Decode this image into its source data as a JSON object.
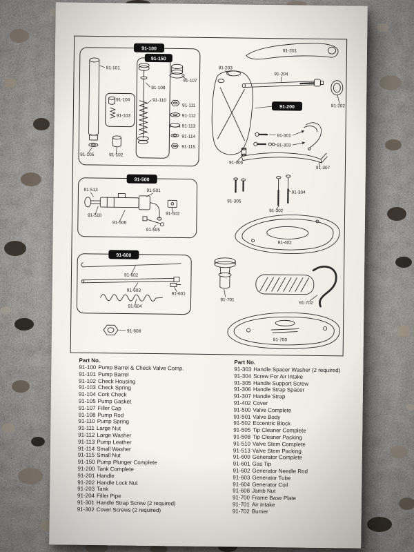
{
  "colors": {
    "paper": "#f4f2ec",
    "ink": "#1c1c1c",
    "label_background": "#111111",
    "label_text": "#ffffff"
  },
  "diagram": {
    "callouts": {
      "n100": "91-100",
      "n150": "91-150",
      "n200": "91-200",
      "n500": "91-500",
      "n600": "91-600",
      "n101": "91-101",
      "n102": "91-102",
      "n103": "91-103",
      "n104": "91-104",
      "n105": "91-105",
      "n107": "91-107",
      "n108": "91-108",
      "n110": "91-110",
      "n111": "91-111",
      "n112": "91-112",
      "n113": "91-113",
      "n114": "91-114",
      "n115": "91-115",
      "n201": "91-201",
      "n202": "91-202",
      "n203": "91-203",
      "n204": "91-204",
      "n301": "91-301",
      "n302": "91-302",
      "n303": "91-303",
      "n304": "91-304",
      "n305": "91-305",
      "n306": "91-306",
      "n307": "91-307",
      "n402": "91-402",
      "n501": "91-501",
      "n502": "91-502",
      "n505": "91-505",
      "n508": "91-508",
      "n510": "91-510",
      "n513": "91-513",
      "n601": "91-601",
      "n602": "91-602",
      "n603": "91-603",
      "n604": "91-604",
      "n608": "91-608",
      "n700": "91-700",
      "n701": "91-701",
      "n702": "91-702"
    }
  },
  "parts": {
    "left_header": "Part No.",
    "right_header": "Part No.",
    "left": [
      {
        "no": "91-100",
        "name": "Pump Barrel & Check Valve Comp."
      },
      {
        "no": "91-101",
        "name": "Pump Barrel"
      },
      {
        "no": "91-102",
        "name": "Check Housing"
      },
      {
        "no": "91-103",
        "name": "Check Spring"
      },
      {
        "no": "91-104",
        "name": "Cork Check"
      },
      {
        "no": "91-105",
        "name": "Pump Gasket"
      },
      {
        "no": "91-107",
        "name": "Filler Cap"
      },
      {
        "no": "91-108",
        "name": "Pump Rod"
      },
      {
        "no": "91-110",
        "name": "Pump Spring"
      },
      {
        "no": "91-111",
        "name": "Large Nut"
      },
      {
        "no": "91-112",
        "name": "Large Washer"
      },
      {
        "no": "91-113",
        "name": "Pump Leather"
      },
      {
        "no": "91-114",
        "name": "Small Washer"
      },
      {
        "no": "91-115",
        "name": "Small Nut"
      },
      {
        "no": "91-150",
        "name": "Pump Plunger Complete"
      },
      {
        "no": "91-200",
        "name": "Tank Complete"
      },
      {
        "no": "91-201",
        "name": "Handle"
      },
      {
        "no": "91-202",
        "name": "Handle Lock Nut"
      },
      {
        "no": "91-203",
        "name": "Tank"
      },
      {
        "no": "91-204",
        "name": "Filler Pipe"
      },
      {
        "no": "91-301",
        "name": "Handle Strap Screw (2 required)"
      },
      {
        "no": "91-302",
        "name": "Cover Screws (2 required)"
      }
    ],
    "right": [
      {
        "no": "91-303",
        "name": "Handle Spacer Washer (2 required)"
      },
      {
        "no": "91-304",
        "name": "Screw For Air Intake"
      },
      {
        "no": "91-305",
        "name": "Handle Support Screw"
      },
      {
        "no": "91-306",
        "name": "Handle Strap Spacer"
      },
      {
        "no": "91-307",
        "name": "Handle Strap"
      },
      {
        "no": "91-402",
        "name": "Cover"
      },
      {
        "no": "91-500",
        "name": "Valve Complete"
      },
      {
        "no": "91-501",
        "name": "Valve Body"
      },
      {
        "no": "91-502",
        "name": "Eccentric Block"
      },
      {
        "no": "91-505",
        "name": "Tip Cleaner Complete"
      },
      {
        "no": "91-508",
        "name": "Tip Cleaner Packing"
      },
      {
        "no": "91-510",
        "name": "Valve Stem Complete"
      },
      {
        "no": "91-513",
        "name": "Valve Stem Packing"
      },
      {
        "no": "91-600",
        "name": "Generator Complete"
      },
      {
        "no": "91-601",
        "name": "Gas Tip"
      },
      {
        "no": "91-602",
        "name": "Generator Needle Rod"
      },
      {
        "no": "91-603",
        "name": "Generator Tube"
      },
      {
        "no": "91-604",
        "name": "Generator Coil"
      },
      {
        "no": "91-608",
        "name": "Jamb Nut"
      },
      {
        "no": "91-700",
        "name": "Frame Base Plate"
      },
      {
        "no": "91-701",
        "name": "Air Intake"
      },
      {
        "no": "91-702",
        "name": "Burner"
      }
    ]
  }
}
